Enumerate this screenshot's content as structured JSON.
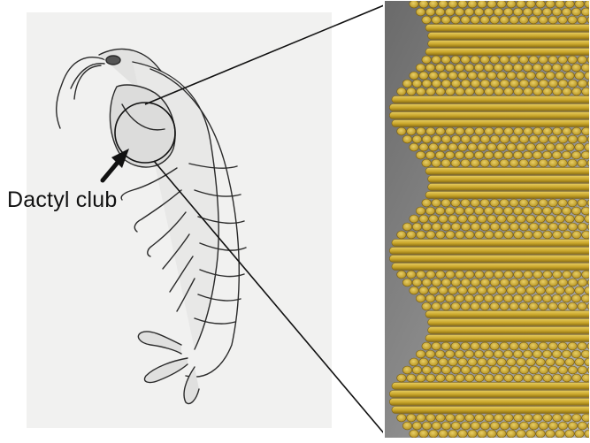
{
  "diagram": {
    "callout_label": "Dactyl club",
    "colors": {
      "background": "#ffffff",
      "illustration_bg": "#f1f1f0",
      "fiber": "#c9a62a",
      "fiber_dark": "#8a6d12",
      "fiber_light": "#e3c85a",
      "render_bg": "#7d7d7d",
      "line": "#111111"
    },
    "icons": {
      "left_panel": "shrimp-illustration",
      "right_panel": "helicoidal-fiber-structure",
      "pointer": "arrow-icon"
    }
  }
}
